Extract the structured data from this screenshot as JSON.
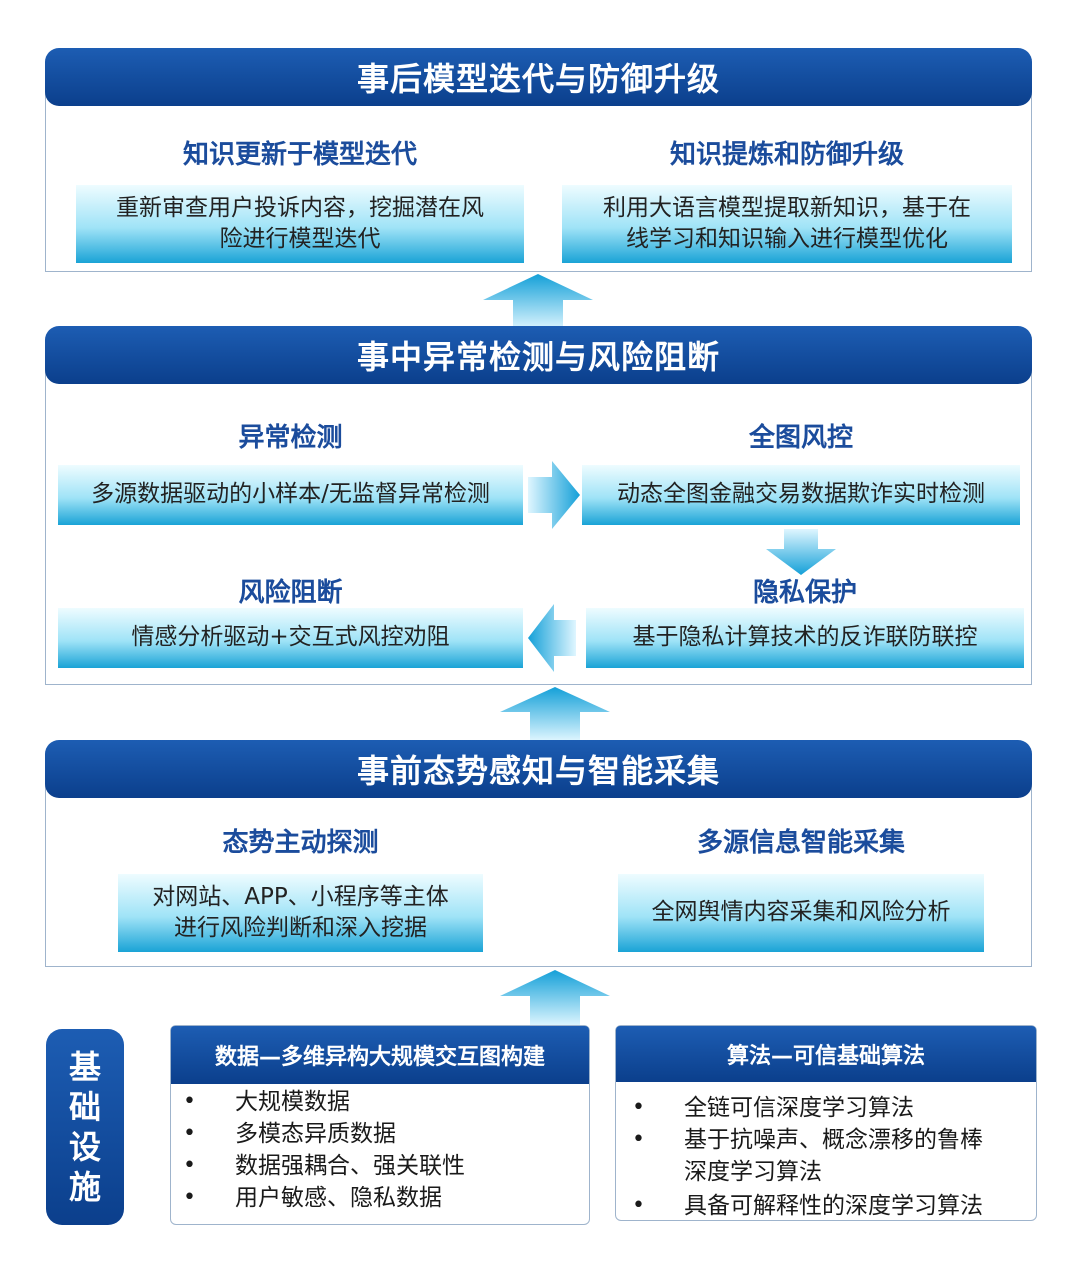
{
  "section_top": {
    "title": "事后模型迭代与防御升级",
    "left": {
      "heading": "知识更新于模型迭代",
      "line1": "重新审查用户投诉内容，挖掘潜在风",
      "line2": "险进行模型迭代"
    },
    "right": {
      "heading": "知识提炼和防御升级",
      "line1": "利用大语言模型提取新知识，基于在",
      "line2": "线学习和知识输入进行模型优化"
    }
  },
  "section_mid": {
    "title": "事中异常检测与风险阻断",
    "anomaly": {
      "heading": "异常检测",
      "text": "多源数据驱动的小样本/无监督异常检测"
    },
    "graph": {
      "heading": "全图风控",
      "text": "动态全图金融交易数据欺诈实时检测"
    },
    "privacy": {
      "heading": "隐私保护",
      "text": "基于隐私计算技术的反诈联防联控"
    },
    "block": {
      "heading": "风险阻断",
      "text": "情感分析驱动+交互式风控劝阻"
    }
  },
  "section_bottom": {
    "title": "事前态势感知与智能采集",
    "left": {
      "heading": "态势主动探测",
      "line1": "对网站、APP、小程序等主体",
      "line2": "进行风险判断和深入挖据"
    },
    "right": {
      "heading": "多源信息智能采集",
      "text": "全网舆情内容采集和风险分析"
    }
  },
  "infrastructure": {
    "label": [
      "基",
      "础",
      "设",
      "施"
    ],
    "data": {
      "title": "数据—多维异构大规模交互图构建",
      "items": [
        "大规模数据",
        "多模态异质数据",
        "数据强耦合、强关联性",
        "用户敏感、隐私数据"
      ]
    },
    "algo": {
      "title": "算法—可信基础算法",
      "items": [
        "全链可信深度学习算法",
        "基于抗噪声、概念漂移的鲁棒",
        "深度学习算法",
        "具备可解释性的深度学习算法"
      ]
    }
  },
  "colors": {
    "banner": "#0b3f8c",
    "heading": "#1b4c9c",
    "box_light": "#9fe3f7",
    "box_dark": "#1aa3d6"
  }
}
